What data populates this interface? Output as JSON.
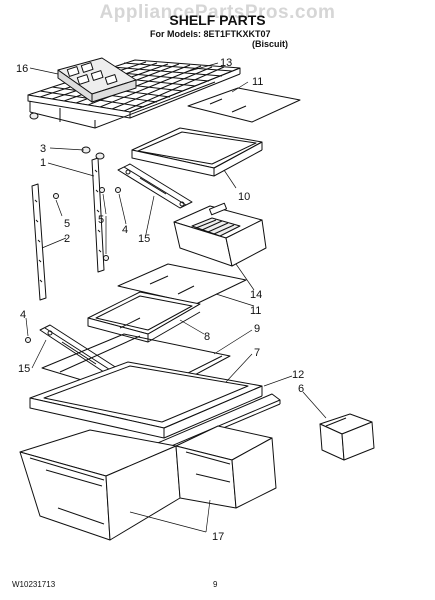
{
  "watermark": "AppliancePartsPros.com",
  "header": {
    "title": "SHELF PARTS",
    "models_line": "For Models: 8ET1FTKXKT07",
    "finish": "(Biscuit)"
  },
  "callouts": [
    "16",
    "13",
    "11",
    "3",
    "1",
    "10",
    "5",
    "4",
    "5",
    "2",
    "15",
    "14",
    "11",
    "8",
    "9",
    "4",
    "7",
    "15",
    "12",
    "6",
    "17"
  ],
  "footer": {
    "doc_number": "W10231713",
    "page": "9"
  }
}
